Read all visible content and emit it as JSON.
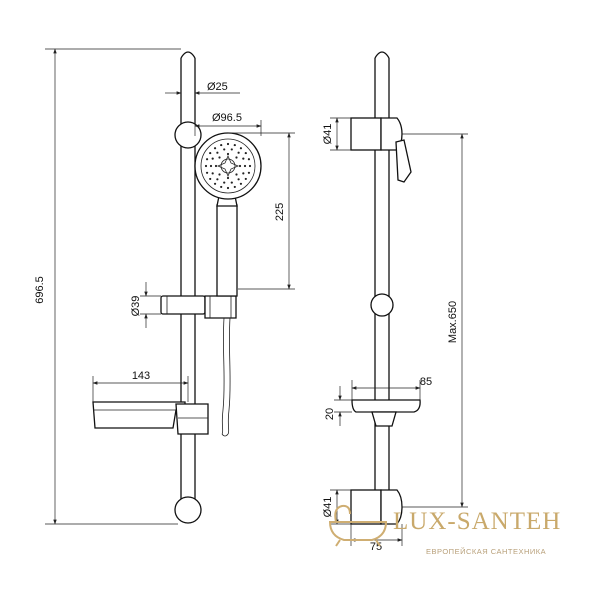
{
  "dimensions": {
    "overall_height": "696.5",
    "bar_diameter": "Ø25",
    "head_diameter": "Ø96.5",
    "handset_length": "225",
    "holder_diameter": "Ø39",
    "soap_dish_length": "143",
    "bracket_diameter_top": "Ø41",
    "max_travel": "Max.650",
    "soap_dish_depth": "85",
    "soap_dish_height": "20",
    "bracket_diameter_bottom": "Ø41",
    "bracket_projection": "75"
  },
  "watermark": {
    "brand": "LUX-SANTEH",
    "tagline": "ЕВРОПЕЙСКАЯ САНТЕХНИКА",
    "color": "#c9a96b"
  }
}
